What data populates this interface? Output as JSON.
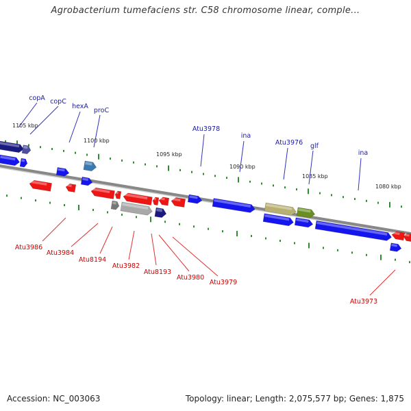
{
  "title": "Agrobacterium tumefaciens str. C58 chromosome linear, comple...",
  "footer": {
    "accession": "Accession: NC_003063",
    "summary": "Topology: linear; Length: 2,075,577 bp; Genes: 1,875"
  },
  "kbp_marks": [
    "1105 kbp",
    "1100 kbp",
    "1095 kbp",
    "1090 kbp",
    "1085 kbp",
    "1080 kbp"
  ],
  "top_gene_labels": [
    "copA",
    "copC",
    "hexA",
    "proC",
    "Atu3978",
    "ina",
    "Atu3976",
    "glf",
    "ina"
  ],
  "bottom_gene_labels": [
    "Atu3986",
    "Atu3984",
    "Atu8194",
    "Atu3982",
    "Atu8193",
    "Atu3980",
    "Atu3979",
    "Atu3973"
  ],
  "colors": {
    "backbone": "#888888",
    "forward_gene": "#1515ee",
    "reverse_gene": "#ee1515",
    "pseudo_gene": "#a8a8a8",
    "rna_gene": "#3a7ab0",
    "olive_gene": "#b8b070",
    "green_gene": "#6b8e23",
    "navy_gene": "#1a1a80",
    "tick": "#2e8b2e",
    "top_label": "#1a1aa0",
    "bottom_label": "#cc0000"
  }
}
